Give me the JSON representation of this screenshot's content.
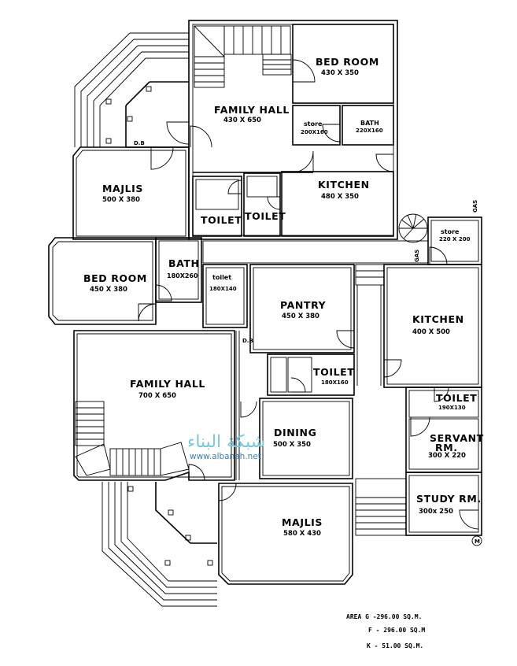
{
  "rooms": {
    "bed_room_1": {
      "name": "BED ROOM",
      "size": "430 X 350"
    },
    "family_hall_1": {
      "name": "FAMILY HALL",
      "size": "430 X 650"
    },
    "store_1": {
      "name": "store",
      "size": "200X160"
    },
    "bath_1": {
      "name": "BATH",
      "size": "220X160"
    },
    "majlis_1": {
      "name": "MAJLIS",
      "size": "500 X 380"
    },
    "kitchen_1": {
      "name": "KITCHEN",
      "size": "480 X 350"
    },
    "toilet_a": {
      "name": "TOILET"
    },
    "toilet_b": {
      "name": "TOILET"
    },
    "bed_room_2": {
      "name": "BED ROOM",
      "size": "450 X 380"
    },
    "bath_2": {
      "name": "BATH",
      "size": "180X260"
    },
    "toilet_c": {
      "name": "toilet",
      "size": "180X140"
    },
    "pantry": {
      "name": "PANTRY",
      "size": "450 X 380"
    },
    "store_2": {
      "name": "store",
      "size": "220 X 200"
    },
    "kitchen_2": {
      "name": "KITCHEN",
      "size": "400 X 500"
    },
    "family_hall_2": {
      "name": "FAMILY HALL",
      "size": "700 X 650"
    },
    "toilet_d": {
      "name": "TOILET",
      "size": "180X160"
    },
    "dining": {
      "name": "DINING",
      "size": "500 X 350"
    },
    "toilet_e": {
      "name": "TOILET",
      "size": "190X130"
    },
    "servant": {
      "name": "SERVANT",
      "name2": "RM.",
      "size": "300 X 220"
    },
    "study": {
      "name": "STUDY RM.",
      "size": "300x 250"
    },
    "majlis_2": {
      "name": "MAJLIS",
      "size": "580 X 430"
    }
  },
  "labels": {
    "db_top": "D.B",
    "db_mid": "D.B",
    "gas_1": "GAS",
    "gas_2": "GAS",
    "meter": "M"
  },
  "watermark": {
    "arabic": "شبكة البناء",
    "url": "www.albanah.net"
  },
  "area": {
    "line1": "AREA  G -296.00 SQ.M.",
    "line2": "F - 296.00 SQ.M",
    "line3": "K - 51.00 SQ.M."
  }
}
